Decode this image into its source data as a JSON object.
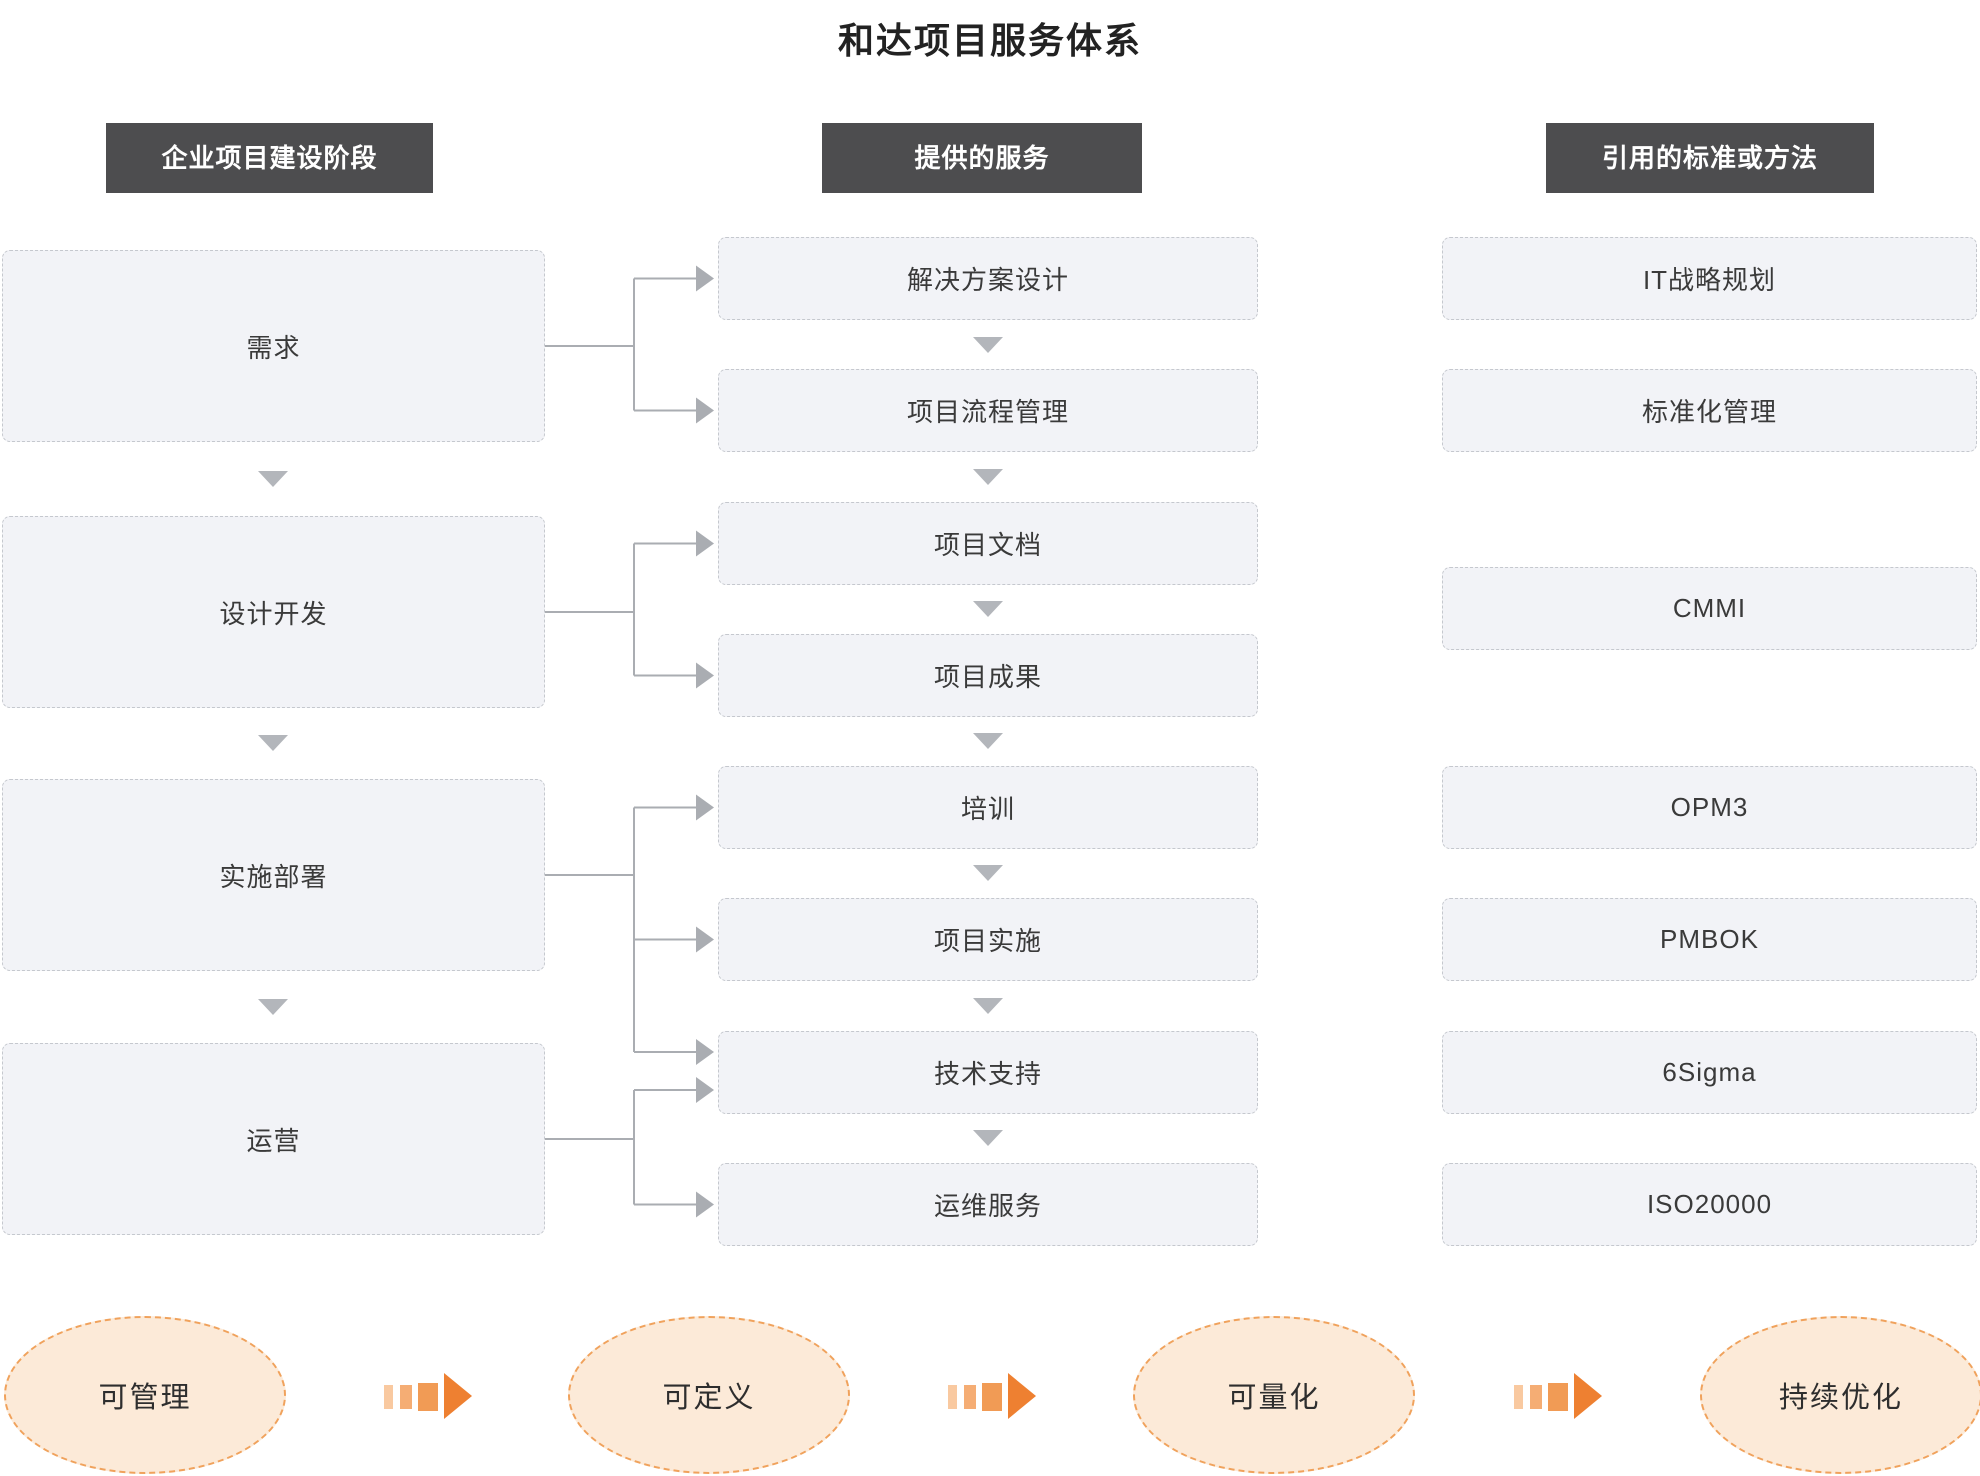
{
  "title": "和达项目服务体系",
  "columns": {
    "stages": {
      "header": "企业项目建设阶段",
      "items": [
        "需求",
        "设计开发",
        "实施部署",
        "运营"
      ]
    },
    "services": {
      "header": "提供的服务",
      "items": [
        "解决方案设计",
        "项目流程管理",
        "项目文档",
        "项目成果",
        "培训",
        "项目实施",
        "技术支持",
        "运维服务"
      ]
    },
    "standards": {
      "header": "引用的标准或方法",
      "items": [
        "IT战略规划",
        "标准化管理",
        "CMMI",
        "OPM3",
        "PMBOK",
        "6Sigma",
        "ISO20000"
      ]
    }
  },
  "links": [
    {
      "from": "需求",
      "to": [
        "解决方案设计",
        "项目流程管理"
      ]
    },
    {
      "from": "设计开发",
      "to": [
        "项目文档",
        "项目成果"
      ]
    },
    {
      "from": "实施部署",
      "to": [
        "培训",
        "项目实施",
        "技术支持"
      ]
    },
    {
      "from": "运营",
      "to": [
        "技术支持",
        "运维服务"
      ]
    }
  ],
  "maturity_steps": [
    "可管理",
    "可定义",
    "可量化",
    "持续优化"
  ],
  "icons": {
    "down_triangle": "▼",
    "flow_arrow": "▶ fast-forward"
  },
  "colors": {
    "header_bg": "#4d4d4f",
    "header_text": "#ffffff",
    "box_fill": "#f2f3f7",
    "box_border": "#c5c8ce",
    "connector_gray": "#aaadb2",
    "triangle_gray": "#b3b6bb",
    "ellipse_fill": "#fcead8",
    "ellipse_border": "#f0a25c",
    "flow_arrow_orange": "#ee8031"
  }
}
